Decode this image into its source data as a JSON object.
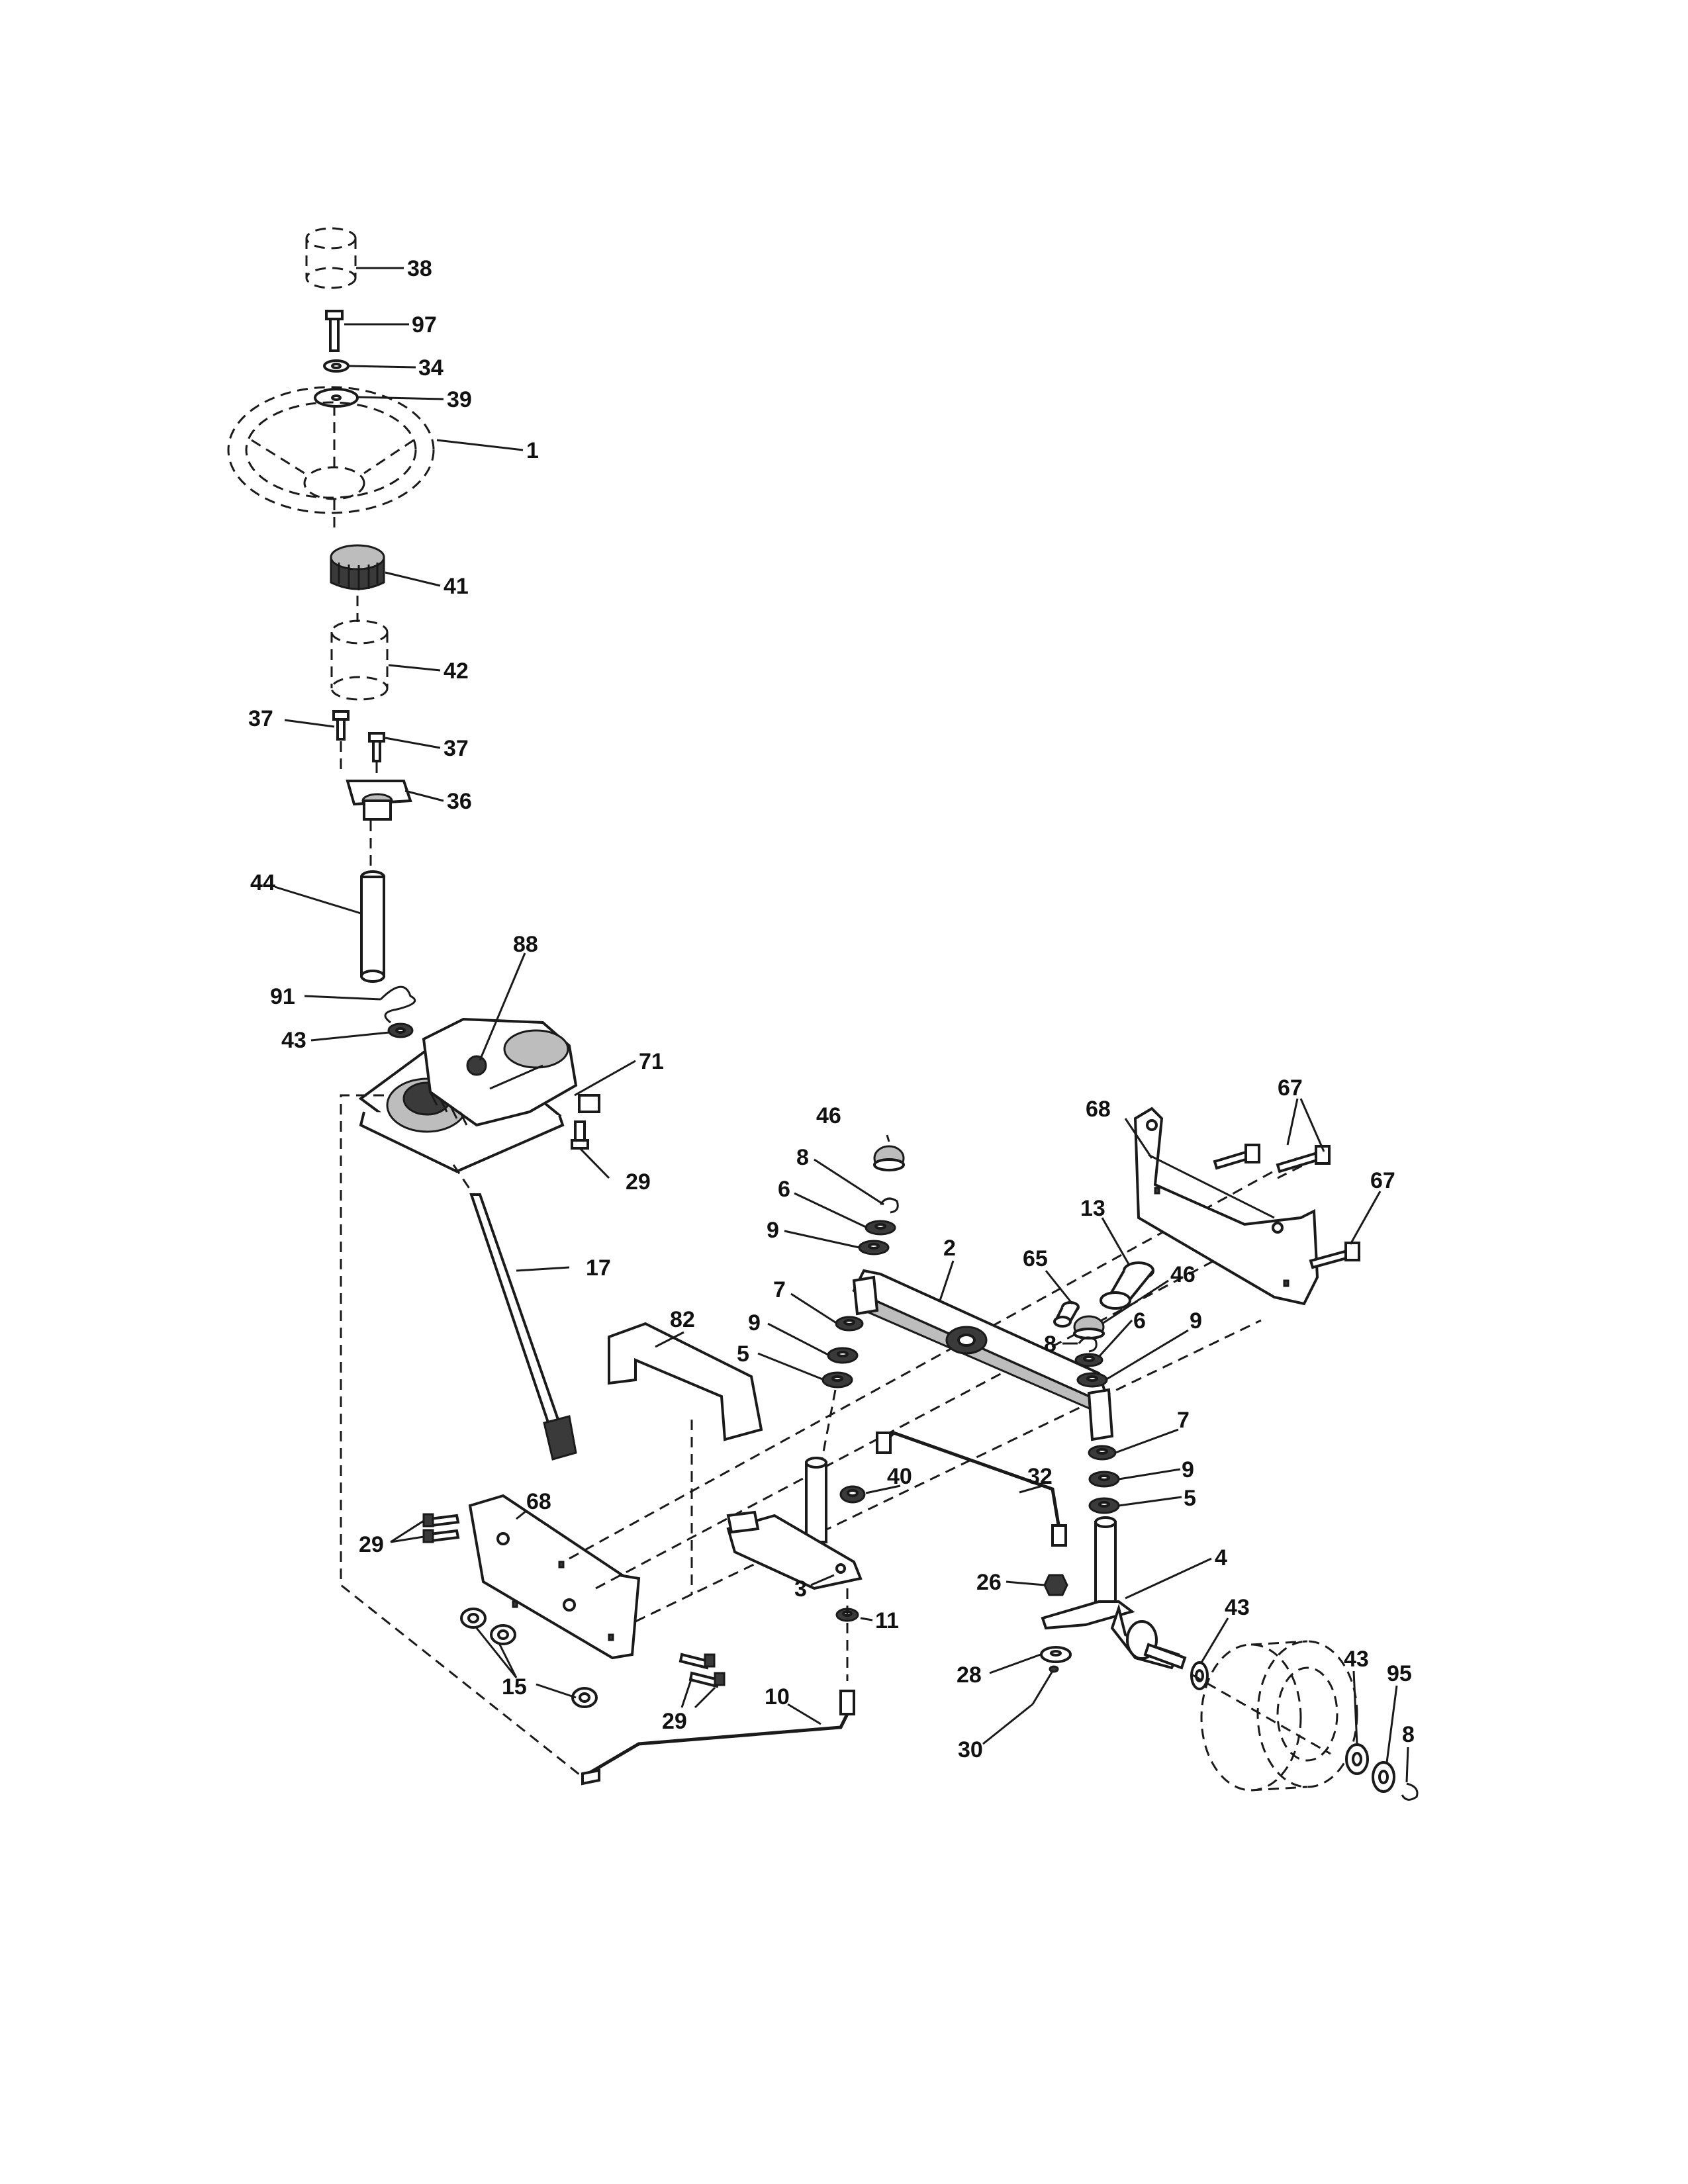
{
  "diagram": {
    "callouts": {
      "c38": "38",
      "c97": "97",
      "c34": "34",
      "c39": "39",
      "c1": "1",
      "c41": "41",
      "c42": "42",
      "c37a": "37",
      "c37b": "37",
      "c36": "36",
      "c44": "44",
      "c88": "88",
      "c91": "91",
      "c43a": "43",
      "c71": "71",
      "c29a": "29",
      "c17": "17",
      "c46a": "46",
      "c8a": "8",
      "c6a": "6",
      "c9a": "9",
      "c2": "2",
      "c7a": "7",
      "c9b": "9",
      "c5a": "5",
      "c82": "82",
      "c68a": "68",
      "c67a": "67",
      "c67b": "67",
      "c13": "13",
      "c65": "65",
      "c46b": "46",
      "c8b": "8",
      "c6b": "6",
      "c9c": "9",
      "c7b": "7",
      "c9d": "9",
      "c5b": "5",
      "c40": "40",
      "c32": "32",
      "c29b": "29",
      "c68b": "68",
      "c3": "3",
      "c26": "26",
      "c4": "4",
      "c11": "11",
      "c43b": "43",
      "c43c": "43",
      "c95": "95",
      "c28": "28",
      "c15": "15",
      "c29c": "29",
      "c10": "10",
      "c30": "30",
      "c8c": "8"
    }
  }
}
